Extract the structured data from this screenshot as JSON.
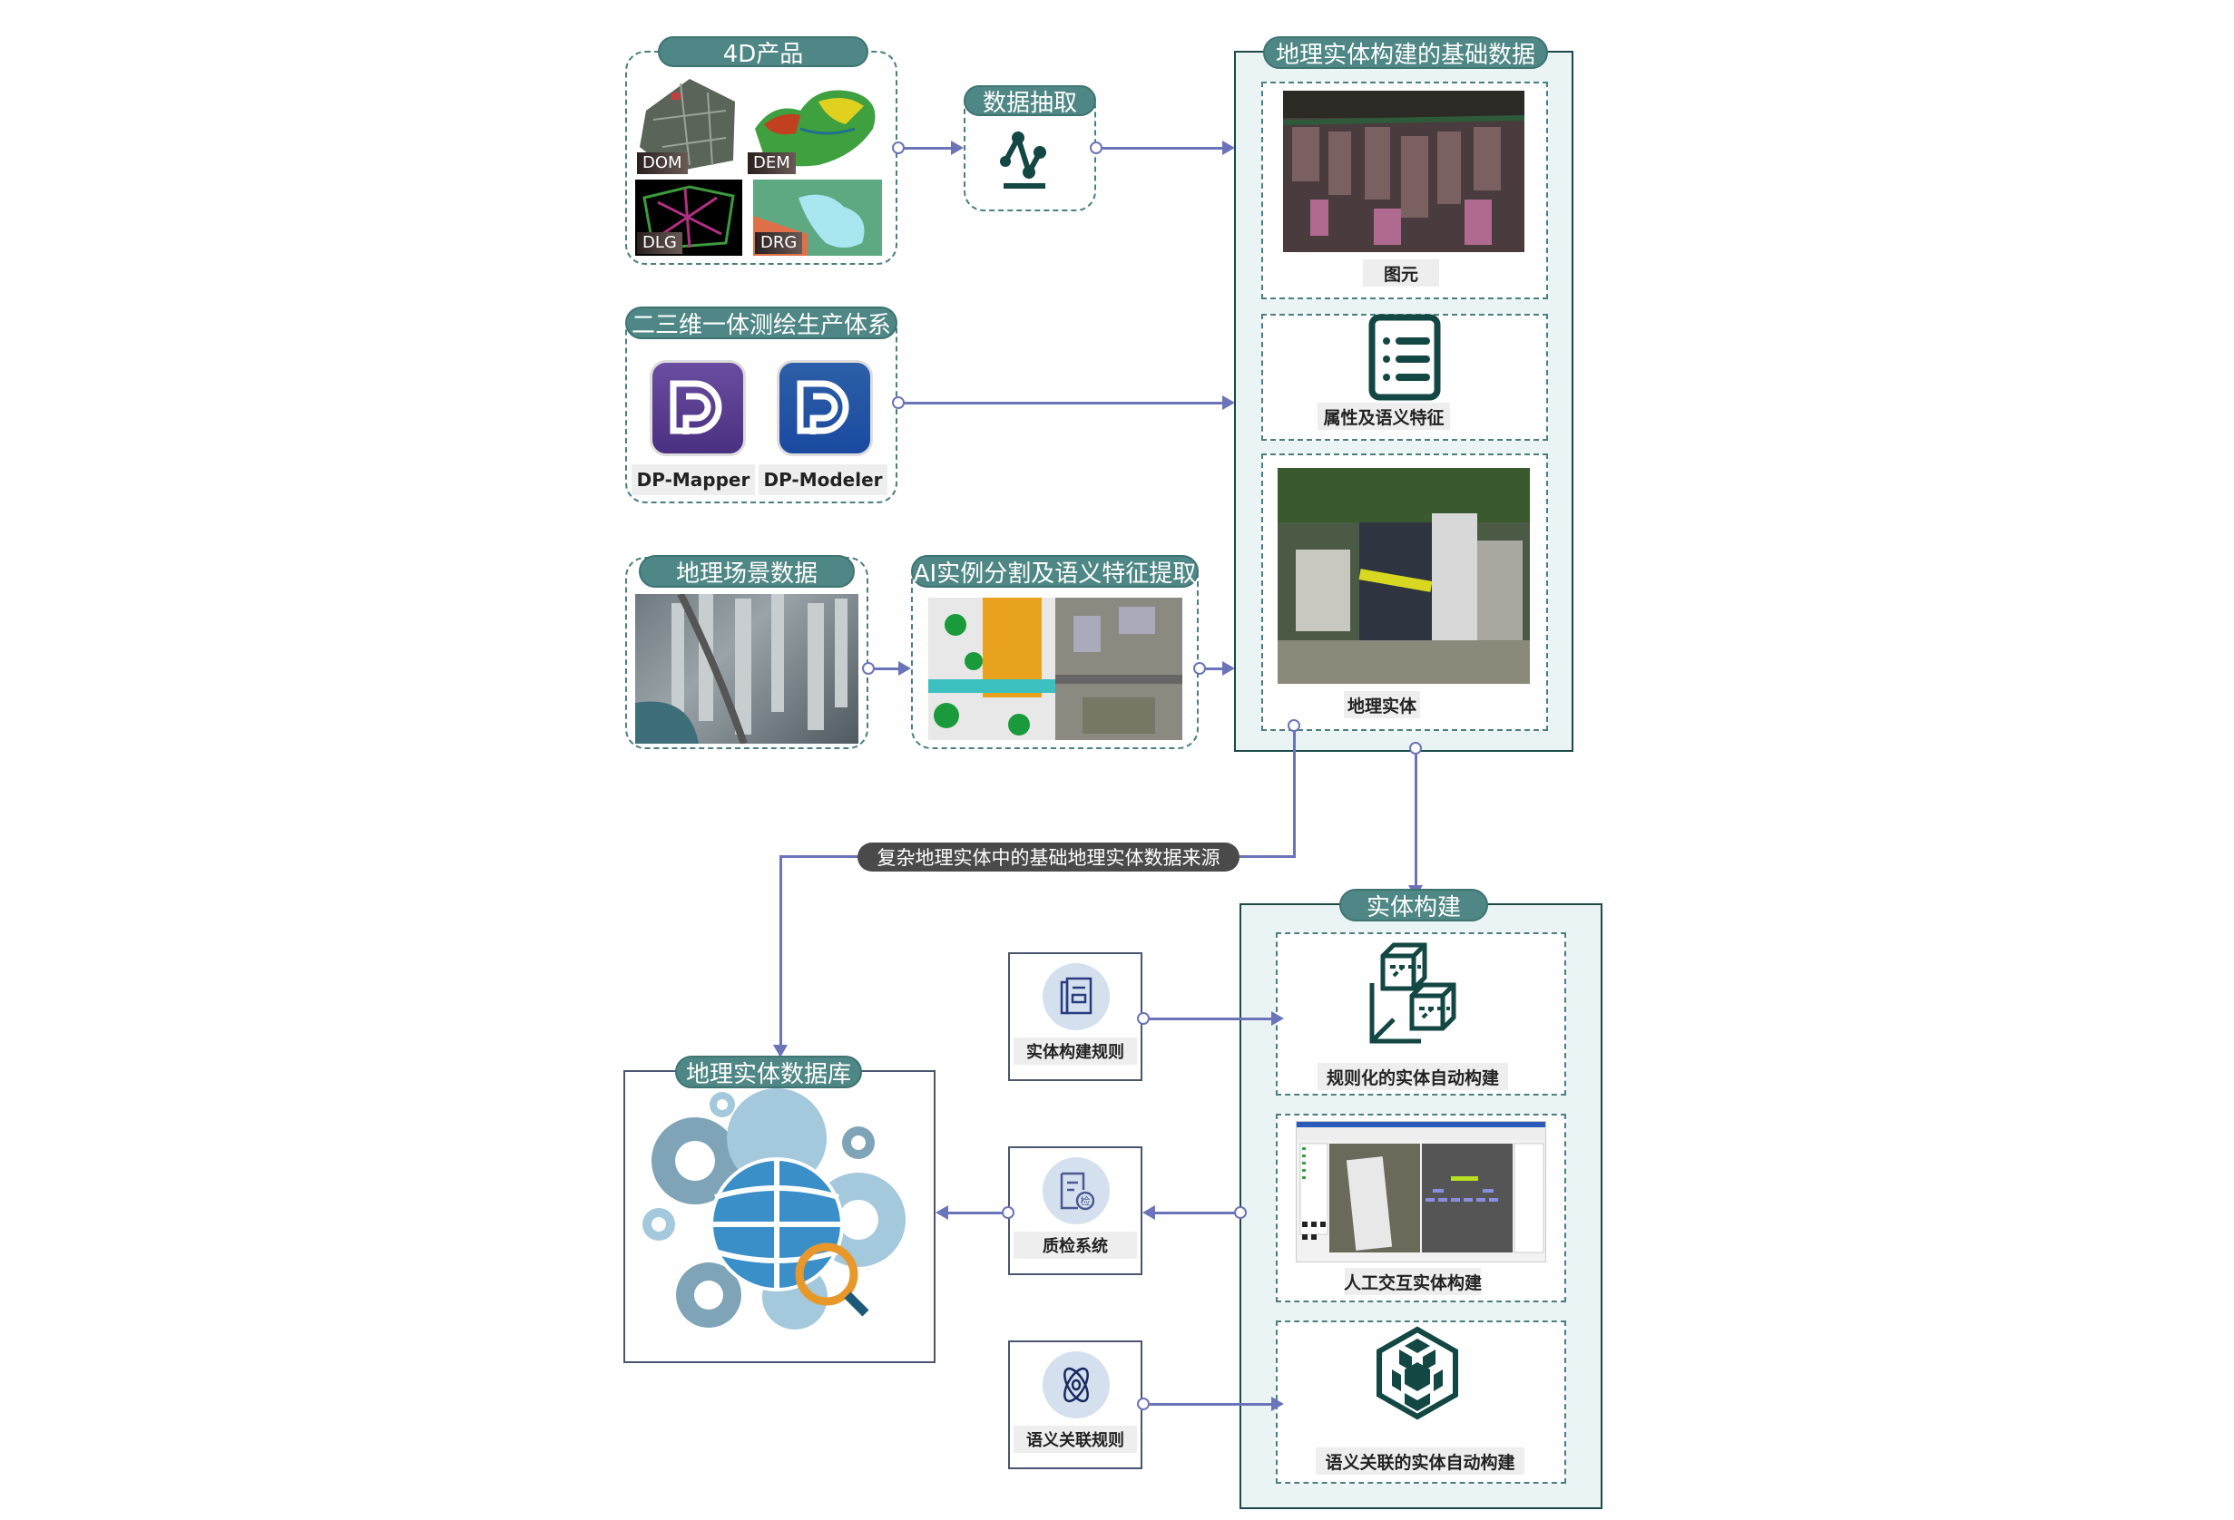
{
  "colors": {
    "teal": "#4e8785",
    "dark_teal": "#1d4a48",
    "arrow": "#6b74b8",
    "panel_bg": "#eaf4f5",
    "dark_pill": "#4a4a4a"
  },
  "products_4d": {
    "title": "4D产品",
    "items": [
      {
        "label": "DOM"
      },
      {
        "label": "DEM"
      },
      {
        "label": "DLG"
      },
      {
        "label": "DRG"
      }
    ]
  },
  "extraction": {
    "title": "数据抽取",
    "icon": "data-extraction-icon"
  },
  "mapping_system": {
    "title": "二三维一体测绘生产体系",
    "apps": [
      {
        "label": "DP-Mapper",
        "icon": "dp-mapper-icon"
      },
      {
        "label": "DP-Modeler",
        "icon": "dp-modeler-icon"
      }
    ]
  },
  "scene_data": {
    "title": "地理场景数据"
  },
  "ai_extraction": {
    "title": "AI实例分割及语义特征提取"
  },
  "base_data": {
    "title": "地理实体构建的基础数据",
    "items": [
      {
        "label": "图元"
      },
      {
        "label": "属性及语义特征",
        "icon": "document-list-icon"
      },
      {
        "label": "地理实体"
      }
    ]
  },
  "source_label": "复杂地理实体中的基础地理实体数据来源",
  "entity_build": {
    "title": "实体构建",
    "items": [
      {
        "label": "规则化的实体自动构建",
        "icon": "cubes-icon"
      },
      {
        "label": "人工交互实体构建"
      },
      {
        "label": "语义关联的实体自动构建",
        "icon": "hexagon-cubes-icon"
      }
    ]
  },
  "rules": [
    {
      "label": "实体构建规则",
      "icon": "document-rule-icon"
    },
    {
      "label": "质检系统",
      "icon": "quality-check-icon",
      "badge": "检"
    },
    {
      "label": "语义关联规则",
      "icon": "atom-icon"
    }
  ],
  "database": {
    "title": "地理实体数据库",
    "icon": "globe-gears-icon"
  }
}
